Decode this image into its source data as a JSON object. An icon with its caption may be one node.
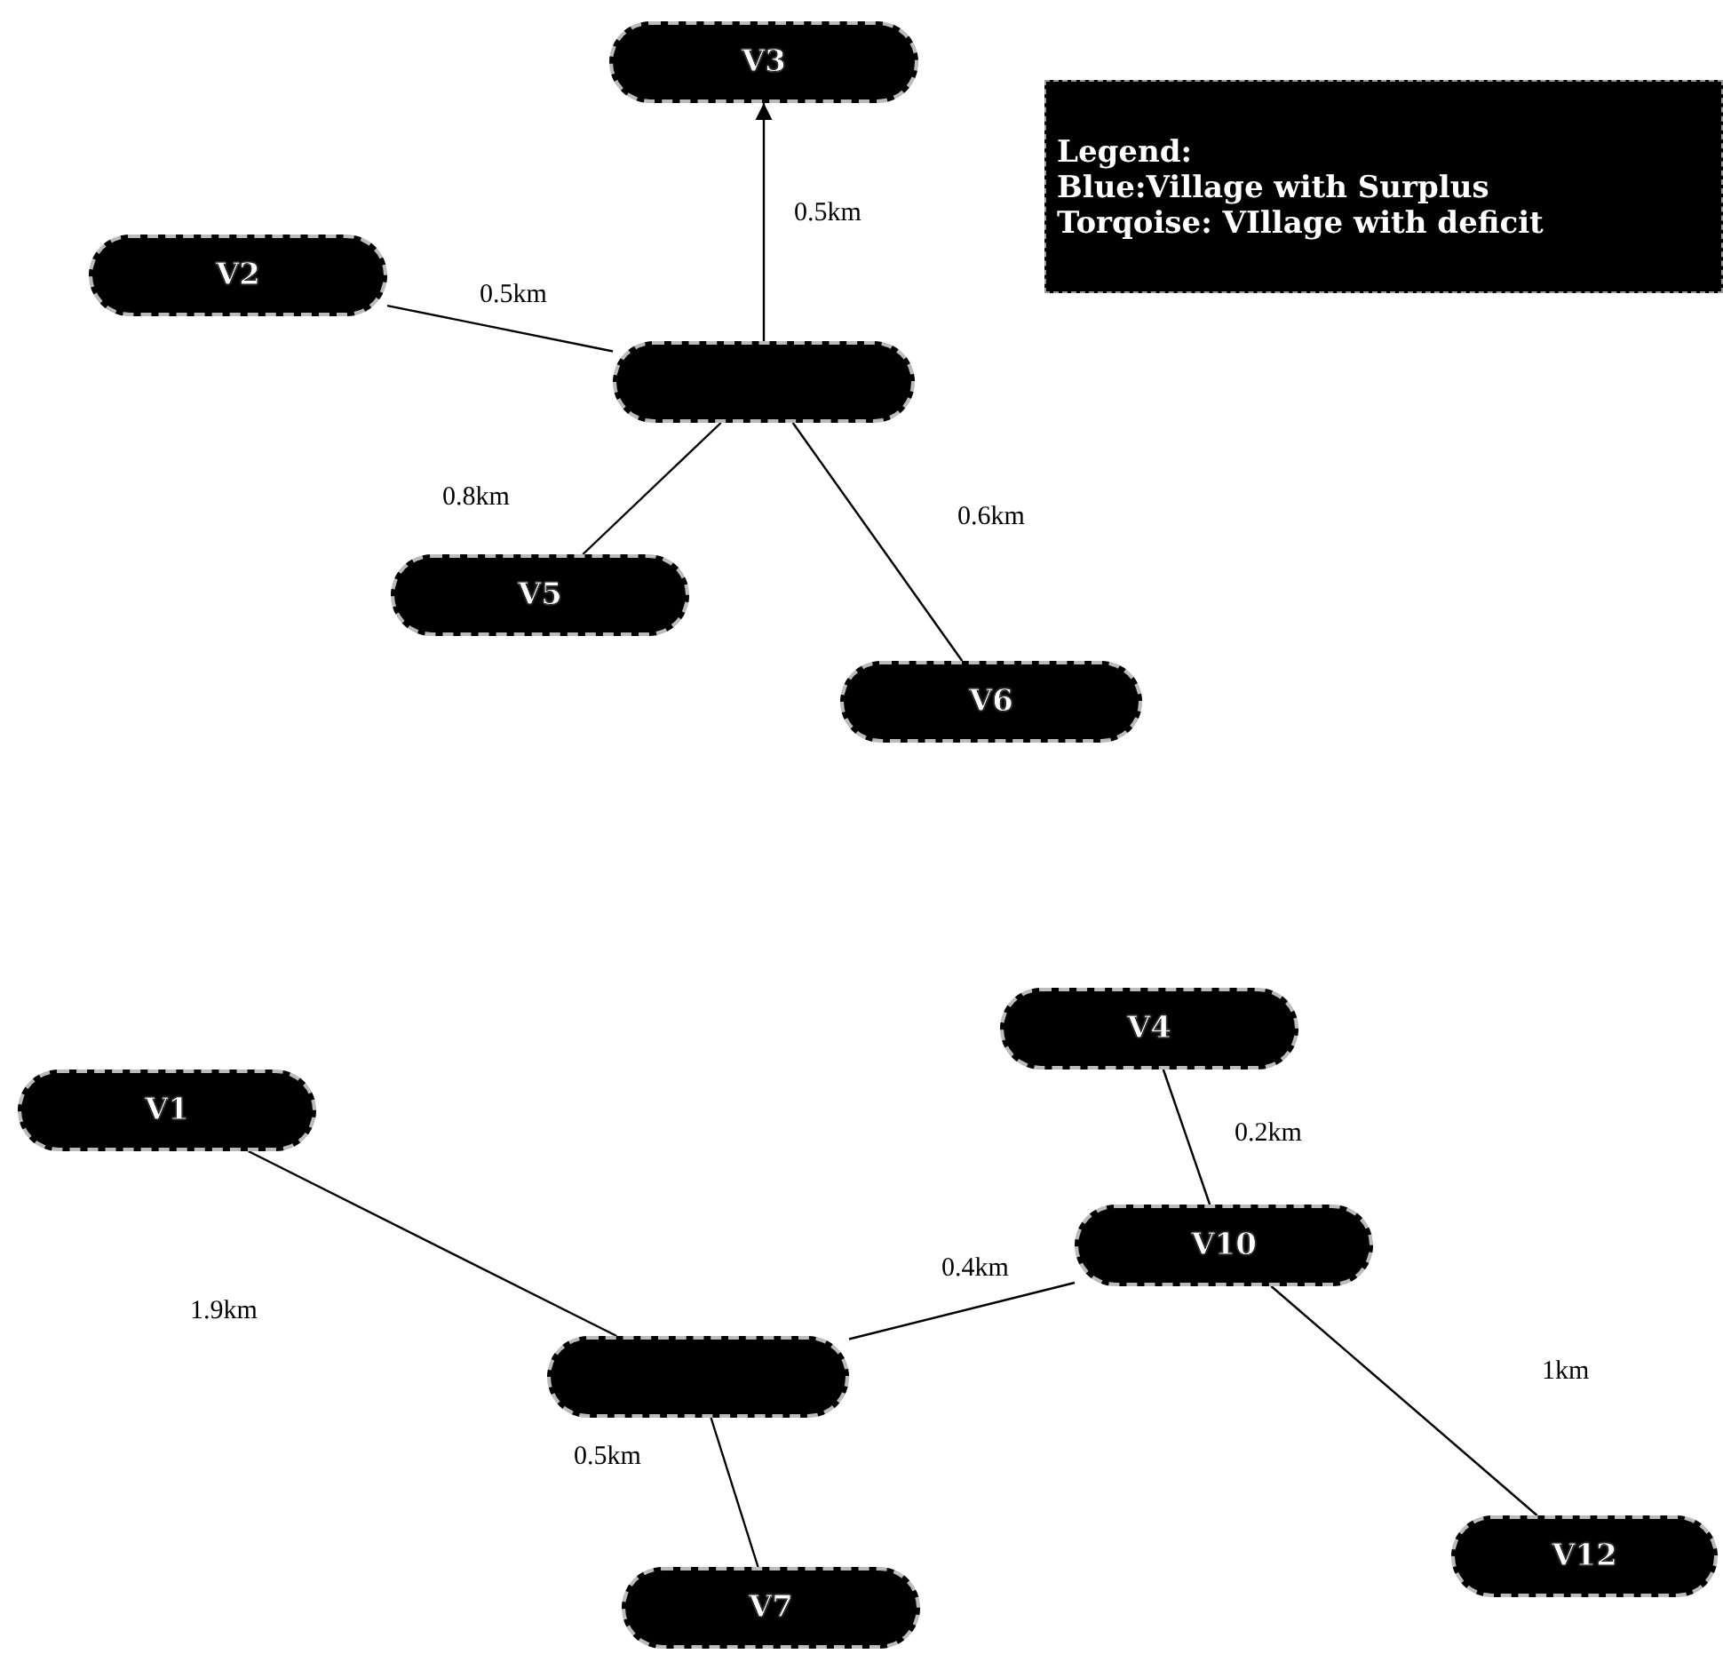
{
  "diagram": {
    "nodes": [
      {
        "text": [
          "V3"
        ]
      },
      {
        "text": [
          "Legend:",
          "Blue:Village with Surplus",
          "Torqoise: VIllage with deficit"
        ]
      },
      {
        "text": [
          "V2"
        ]
      },
      {
        "text": [],
        "shape": "box"
      },
      {
        "text": [
          "V5"
        ]
      },
      {
        "text": [
          "V6"
        ]
      },
      {
        "text": [
          "V4"
        ]
      },
      {
        "text": [
          "V1"
        ]
      },
      {
        "text": [
          "V10"
        ]
      },
      {
        "text": [],
        "shape": "box"
      },
      {
        "text": [
          "V12"
        ]
      },
      {
        "text": [
          "V7"
        ]
      }
    ],
    "edges": [
      {
        "from": 3,
        "to": 0,
        "arrow": "to",
        "label": "0.5km"
      },
      {
        "from": 2,
        "to": 3,
        "arrow": "none",
        "label": "0.5km"
      },
      {
        "from": 3,
        "to": 4,
        "arrow": "none",
        "label": "0.8km"
      },
      {
        "from": 3,
        "to": 5,
        "arrow": "none",
        "label": "0.6km"
      },
      {
        "from": 6,
        "to": 8,
        "arrow": "none",
        "label": "0.2km"
      },
      {
        "from": 7,
        "to": 9,
        "arrow": "none",
        "label": "1.9km"
      },
      {
        "from": 9,
        "to": 8,
        "arrow": "none",
        "label": "0.4km"
      },
      {
        "from": 8,
        "to": 10,
        "arrow": "none",
        "label": "1km"
      },
      {
        "from": 9,
        "to": 11,
        "arrow": "none",
        "label": "0.5km"
      }
    ]
  }
}
